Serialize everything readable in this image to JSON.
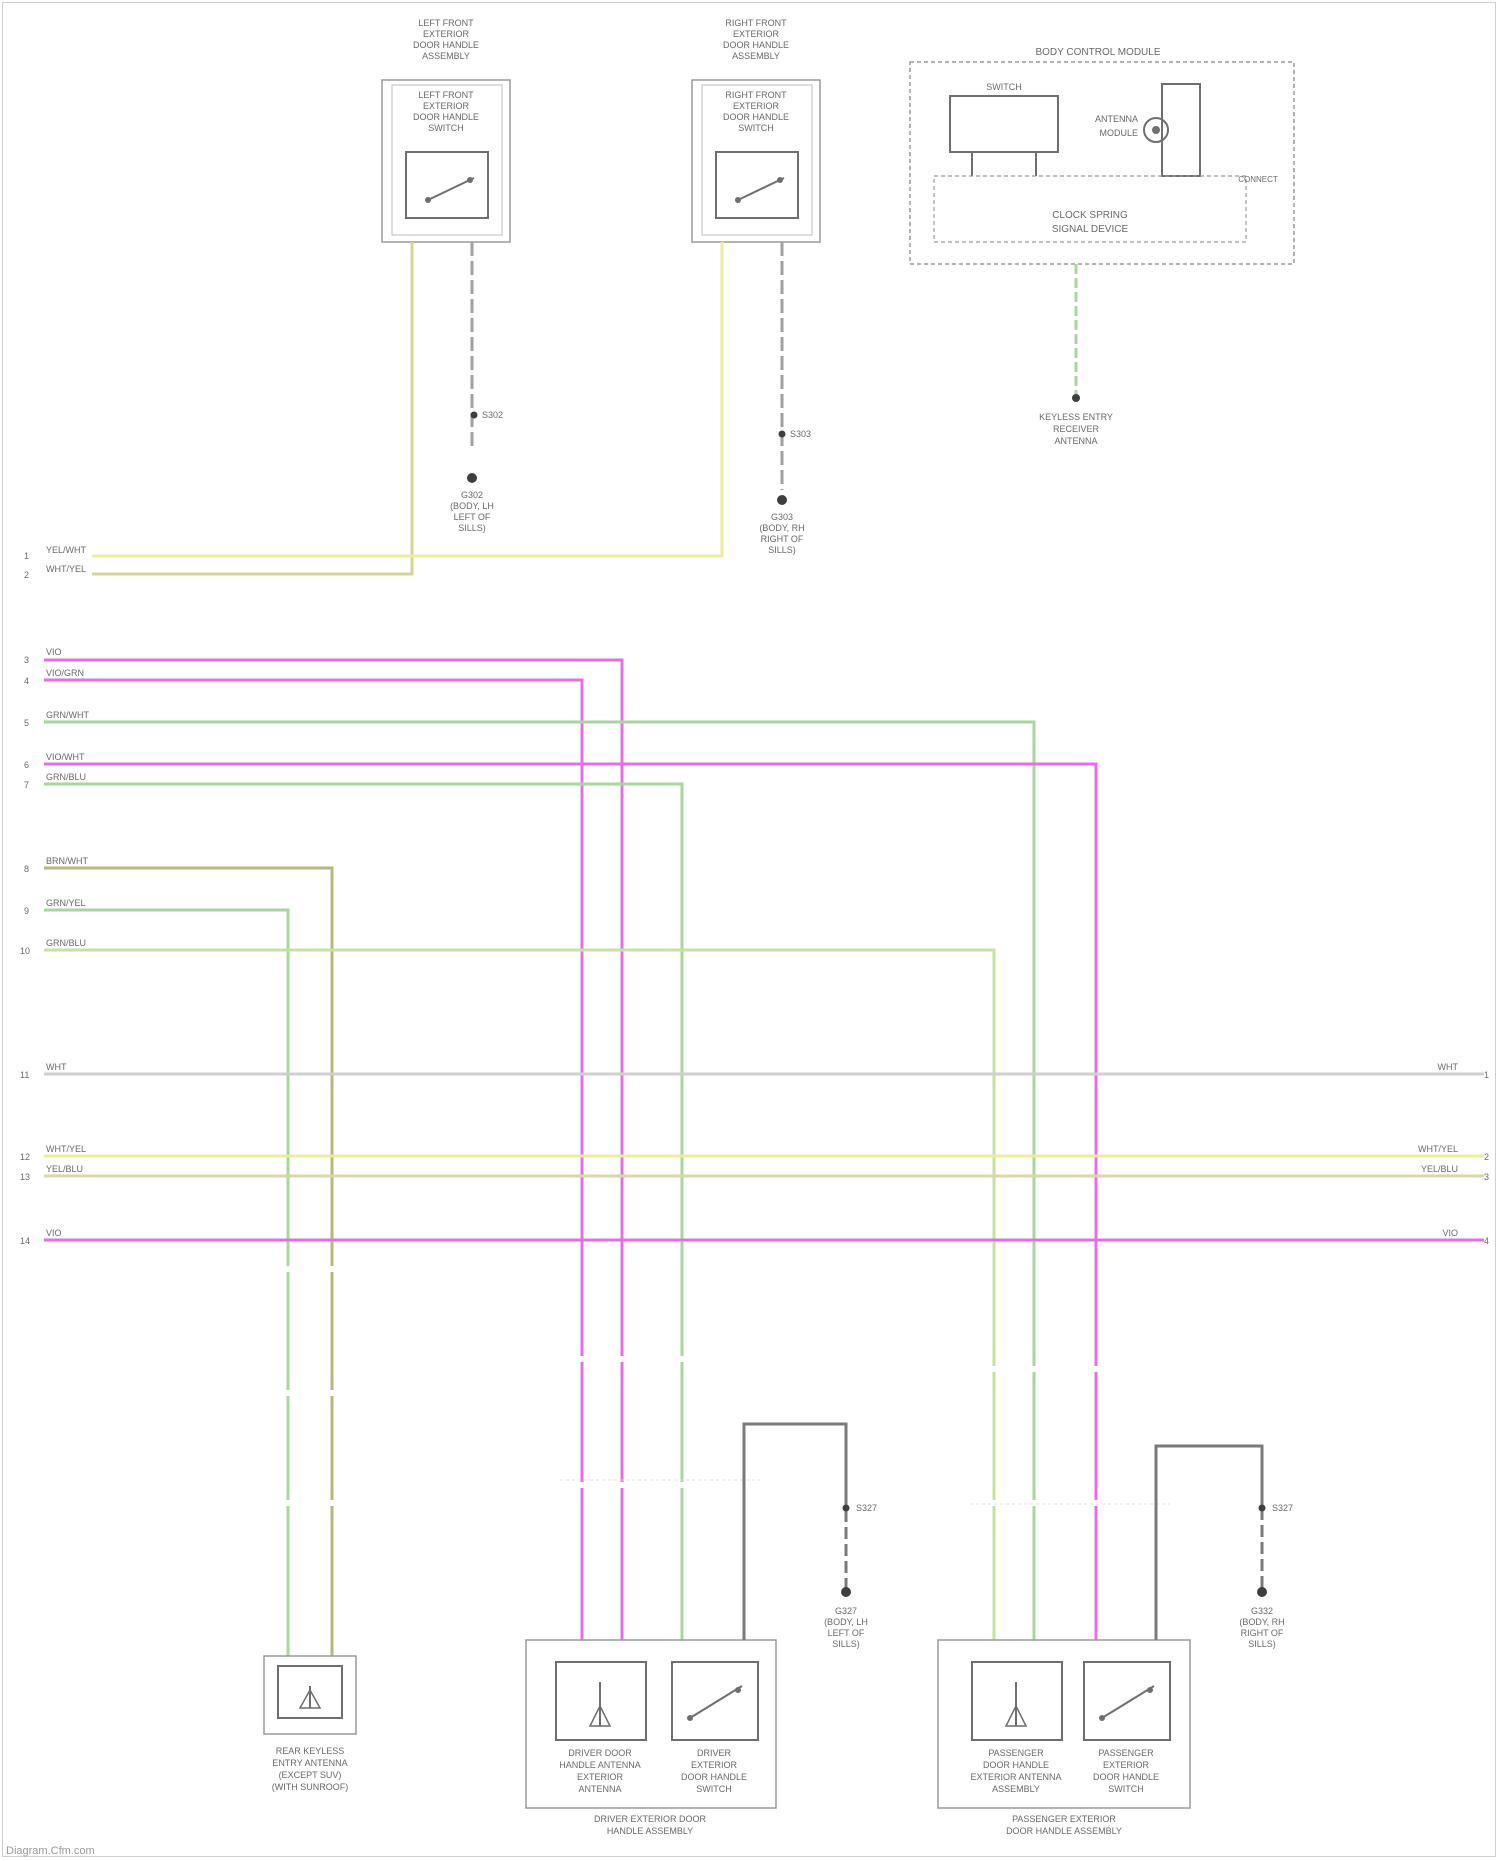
{
  "footer": {
    "source": "Diagram.Cfm.com"
  },
  "components": {
    "lf_assembly": {
      "title": [
        "LEFT FRONT",
        "EXTERIOR",
        "DOOR HANDLE",
        "ASSEMBLY"
      ],
      "inner": [
        "LEFT FRONT",
        "EXTERIOR",
        "DOOR HANDLE",
        "SWITCH"
      ]
    },
    "rf_assembly": {
      "title": [
        "RIGHT FRONT",
        "EXTERIOR",
        "DOOR HANDLE",
        "ASSEMBLY"
      ],
      "inner": [
        "RIGHT FRONT",
        "EXTERIOR",
        "DOOR HANDLE",
        "SWITCH"
      ]
    },
    "bcm": {
      "title": "BODY CONTROL MODULE",
      "inner_top": "SWITCH",
      "antenna": [
        "ANTENNA",
        "MODULE"
      ],
      "inner_bottom": [
        "CLOCK SPRING",
        "SIGNAL DEVICE"
      ],
      "pin": "CONNECT"
    },
    "keyless_entry": {
      "label": [
        "KEYLESS ENTRY",
        "RECEIVER",
        "ANTENNA"
      ]
    },
    "lh_door_module": {
      "label": [
        "DRIVER DOOR",
        "HANDLE ANTENNA",
        "EXTERIOR",
        "ANTENNA"
      ],
      "switch": [
        "DRIVER",
        "EXTERIOR",
        "DOOR HANDLE",
        "SWITCH"
      ],
      "assembly": [
        "DRIVER EXTERIOR DOOR",
        "HANDLE ASSEMBLY"
      ]
    },
    "rh_door_module": {
      "label": [
        "PASSENGER",
        "DOOR HANDLE",
        "EXTERIOR ANTENNA",
        "ASSEMBLY"
      ],
      "switch": [
        "PASSENGER",
        "EXTERIOR",
        "DOOR HANDLE",
        "SWITCH"
      ],
      "assembly": [
        "PASSENGER EXTERIOR",
        "DOOR HANDLE ASSEMBLY"
      ]
    },
    "rear_antenna": {
      "label": [
        "REAR KEYLESS",
        "ENTRY ANTENNA",
        "(EXCEPT SUV)",
        "(WITH SUNROOF)"
      ]
    }
  },
  "grounds": {
    "g_lf": {
      "splice": "S302",
      "label": [
        "G302",
        "(BODY, LH",
        "LEFT OF",
        "SILLS)"
      ]
    },
    "g_rf": {
      "splice": "S303",
      "label": [
        "G303",
        "(BODY, RH",
        "RIGHT OF",
        "SILLS)"
      ]
    },
    "g_lh_door": {
      "splice": "S327",
      "label": [
        "G327",
        "(BODY, LH",
        "LEFT OF",
        "SILLS)"
      ]
    },
    "g_rh_door": {
      "splice": "S327",
      "label": [
        "G332",
        "(BODY, RH",
        "RIGHT OF",
        "SILLS)"
      ]
    }
  },
  "left_pins": [
    "1",
    "2",
    "3",
    "4",
    "5",
    "6",
    "7",
    "8",
    "9",
    "10",
    "11",
    "12",
    "13",
    "14"
  ],
  "right_pins": [
    "1",
    "2",
    "3",
    "4"
  ],
  "wire_labels": {
    "w1": "YEL/WHT",
    "w2": "WHT/YEL",
    "w3": "VIO",
    "w4": "VIO/GRN",
    "w5": "GRN/WHT",
    "w6": "VIO/WHT",
    "w7": "GRN/BLU",
    "w8": "BRN/WHT",
    "w9": "GRN/YEL",
    "w10": "GRN/BLU",
    "w11": "WHT",
    "w12": "WHT/YEL",
    "w13": "YEL/BLU",
    "w14": "VIO"
  },
  "right_labels": {
    "r1": "WHT",
    "r2": "WHT/YEL",
    "r3": "YEL/BLU",
    "r4": "VIO"
  },
  "colors": {
    "yellow": "#ecec9c",
    "magenta": "#e86ce8",
    "green": "#a9d69e",
    "olive": "#b7b781",
    "gray": "#bcbcbc",
    "dark": "#6f6f6f"
  }
}
